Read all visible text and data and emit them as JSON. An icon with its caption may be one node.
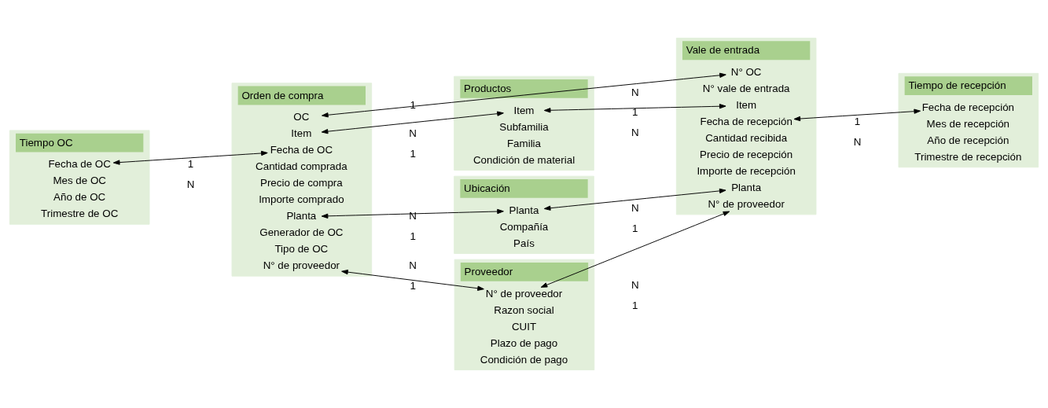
{
  "diagram": {
    "nodes": [
      {
        "text": [
          "Tiempo OC"
        ]
      },
      {
        "text": [
          "Fecha de OC"
        ],
        "in": 0
      },
      {
        "text": [
          "Mes de OC"
        ],
        "in": 0
      },
      {
        "text": [
          "Año de OC"
        ],
        "in": 0
      },
      {
        "text": [
          "Trimestre de OC"
        ],
        "in": 0
      },
      {
        "text": [
          "Orden de compra"
        ]
      },
      {
        "text": [
          "OC"
        ],
        "in": 5
      },
      {
        "text": [
          "Item"
        ],
        "in": 5
      },
      {
        "text": [
          "Fecha de OC"
        ],
        "in": 5
      },
      {
        "text": [
          "Cantidad comprada"
        ],
        "in": 5
      },
      {
        "text": [
          "Precio de compra"
        ],
        "in": 5
      },
      {
        "text": [
          "Importe comprado"
        ],
        "in": 5
      },
      {
        "text": [
          "Planta"
        ],
        "in": 5
      },
      {
        "text": [
          "Generador de OC"
        ],
        "in": 5
      },
      {
        "text": [
          "Tipo de OC"
        ],
        "in": 5
      },
      {
        "text": [
          "N° de proveedor"
        ],
        "in": 5
      },
      {
        "text": [
          "Productos"
        ]
      },
      {
        "text": [
          "Item"
        ],
        "in": 16
      },
      {
        "text": [
          "Subfamilia"
        ],
        "in": 16
      },
      {
        "text": [
          "Familia"
        ],
        "in": 16
      },
      {
        "text": [
          "Condición de material"
        ],
        "in": 16
      },
      {
        "text": [
          "Vale de entrada"
        ]
      },
      {
        "text": [
          "N° OC"
        ],
        "in": 21
      },
      {
        "text": [
          "N° vale de entrada"
        ],
        "in": 21
      },
      {
        "text": [
          "Item"
        ],
        "in": 21
      },
      {
        "text": [
          "Fecha de recepción"
        ],
        "in": 21
      },
      {
        "text": [
          "Cantidad recibida"
        ],
        "in": 21
      },
      {
        "text": [
          "Precio de recepción"
        ],
        "in": 21
      },
      {
        "text": [
          "Importe de recepción"
        ],
        "in": 21
      },
      {
        "text": [
          "Planta"
        ],
        "in": 21
      },
      {
        "text": [
          "N° de proveedor"
        ],
        "in": 21
      },
      {
        "text": [
          "Tiempo de recepción"
        ]
      },
      {
        "text": [
          "Fecha de recepción"
        ],
        "in": 31
      },
      {
        "text": [
          "Mes de recepción"
        ],
        "in": 31
      },
      {
        "text": [
          "Año de recepción"
        ],
        "in": 31
      },
      {
        "text": [
          "Trimestre de recepción"
        ],
        "in": 31
      },
      {
        "text": [
          "Ubicación"
        ]
      },
      {
        "text": [
          "Planta"
        ],
        "in": 36
      },
      {
        "text": [
          "Compañía"
        ],
        "in": 36
      },
      {
        "text": [
          "País"
        ],
        "in": 36
      },
      {
        "text": [
          "Proveedor"
        ]
      },
      {
        "text": [
          "N° de proveedor"
        ],
        "in": 40
      },
      {
        "text": [
          "Razon social"
        ],
        "in": 40
      },
      {
        "text": [
          "CUIT"
        ],
        "in": 40
      },
      {
        "text": [
          "Plazo de pago"
        ],
        "in": 40
      },
      {
        "text": [
          "Condición de pago"
        ],
        "in": 40
      }
    ],
    "edges": [
      {
        "from": 1,
        "to": 8,
        "arrow": "both"
      },
      {
        "from": 6,
        "to": 22,
        "arrow": "both"
      },
      {
        "from": 7,
        "to": 17,
        "arrow": "both"
      },
      {
        "from": 17,
        "to": 24,
        "arrow": "both"
      },
      {
        "from": 25,
        "to": 32,
        "arrow": "both"
      },
      {
        "from": 12,
        "to": 37,
        "arrow": "both"
      },
      {
        "from": 37,
        "to": 29,
        "arrow": "both"
      },
      {
        "from": 15,
        "to": 41,
        "arrow": "both"
      },
      {
        "from": 41,
        "to": 30,
        "arrow": "both"
      }
    ],
    "labels": [
      "1",
      "N",
      "1",
      "N",
      "1",
      "N",
      "1",
      "1",
      "N",
      "N",
      "N",
      "N",
      "1",
      "1",
      "N",
      "N",
      "1",
      "1"
    ]
  }
}
